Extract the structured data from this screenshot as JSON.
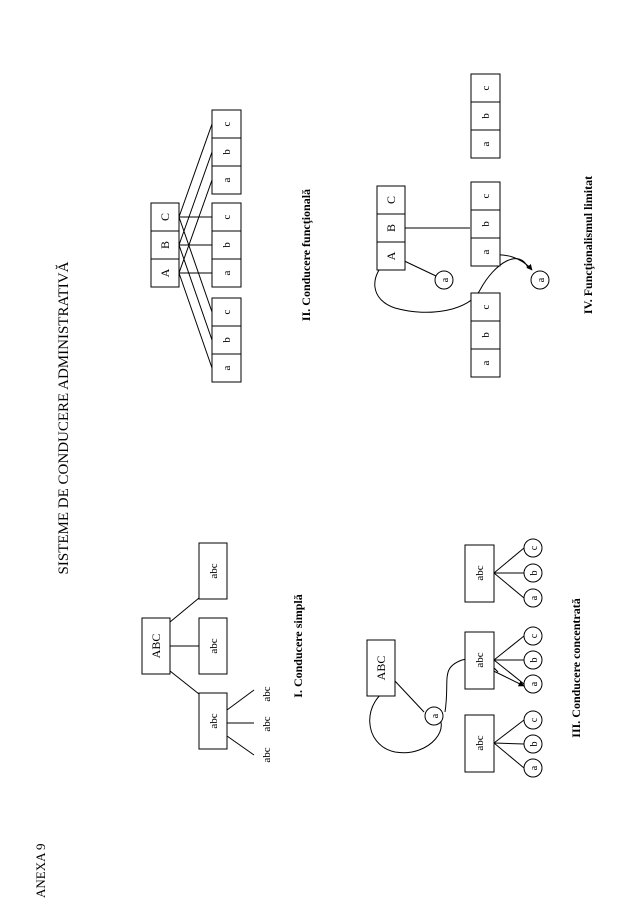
{
  "page": {
    "annex_label": "ANEXA 9",
    "title": "SISTEME DE CONDUCERE ADMINISTRATIVĂ"
  },
  "diagrams": {
    "simple": {
      "caption": "I. Conducere simplă",
      "top": "ABC",
      "boxes": [
        "abc",
        "abc",
        "abc"
      ],
      "leaves": [
        "abc",
        "abc",
        "abc"
      ]
    },
    "functional": {
      "caption": "II. Conducere funcţională",
      "top_cells": [
        "A",
        "B",
        "C"
      ],
      "groups": [
        [
          "a",
          "b",
          "c"
        ],
        [
          "a",
          "b",
          "c"
        ],
        [
          "a",
          "b",
          "c"
        ]
      ]
    },
    "concentrated": {
      "caption": "III. Conducere concentrată",
      "top": "ABC",
      "assistant": "a",
      "boxes": [
        "abc",
        "abc",
        "abc"
      ],
      "circles": [
        "a",
        "b",
        "c"
      ]
    },
    "limited": {
      "caption": "IV. Funcţionalismul limitat",
      "top_cells": [
        "A",
        "B",
        "C"
      ],
      "assistants": [
        "a",
        "a"
      ],
      "groups": [
        [
          "a",
          "b",
          "c"
        ],
        [
          "a",
          "b",
          "c"
        ],
        [
          "a",
          "b",
          "c"
        ]
      ]
    }
  }
}
